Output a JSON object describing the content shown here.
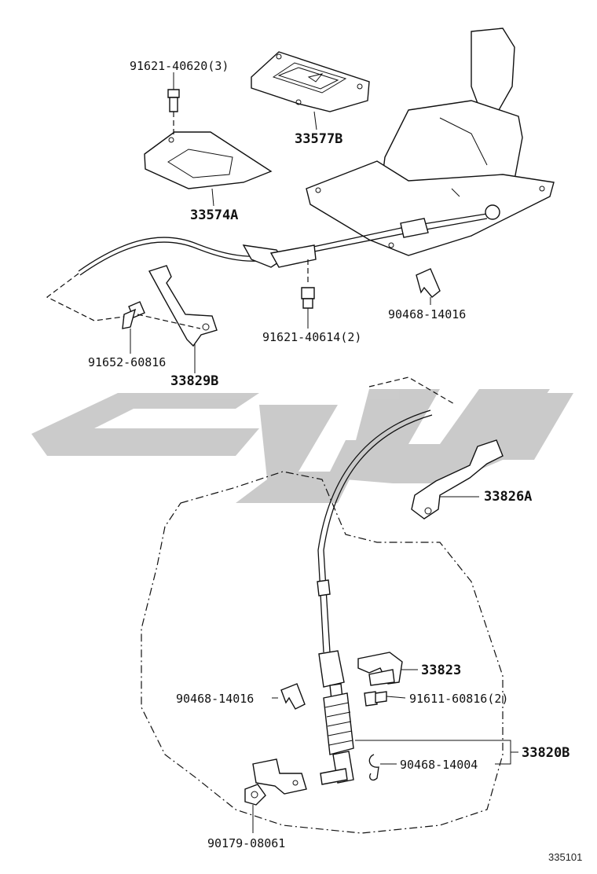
{
  "watermark": {
    "color": "#c8c8c8"
  },
  "diagram_id": "335101",
  "parts": {
    "p_91621_40620": "91621-40620(3)",
    "p_33577B": "33577B",
    "p_33574A": "33574A",
    "p_90468_14016_top": "90468-14016",
    "p_91621_40614": "91621-40614(2)",
    "p_91652_60816": "91652-60816",
    "p_33829B": "33829B",
    "p_33826A": "33826A",
    "p_33823": "33823",
    "p_90468_14016_bottom": "90468-14016",
    "p_91611_60816": "91611-60816(2)",
    "p_33820B": "33820B",
    "p_90468_14004": "90468-14004",
    "p_90179_08061": "90179-08061"
  }
}
